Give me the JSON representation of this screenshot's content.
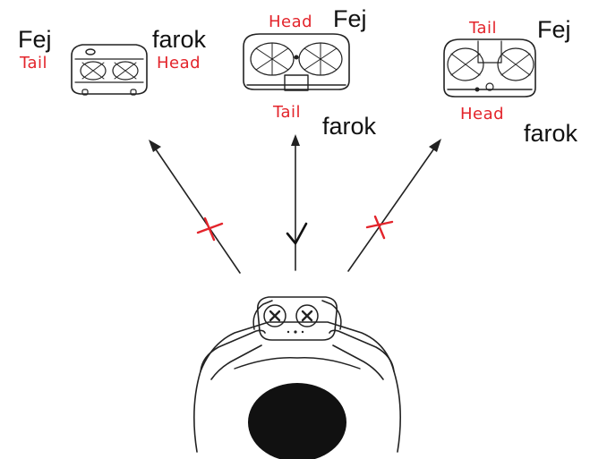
{
  "drones": {
    "left": {
      "top_left": "Fej",
      "top_right": "farok",
      "red_left": "Tail",
      "red_right": "Head"
    },
    "center": {
      "red_top": "Head",
      "black_top": "Fej",
      "red_bottom": "Tail",
      "black_bottom": "farok"
    },
    "right": {
      "red_top": "Tail",
      "black_top": "Fej",
      "red_bottom": "Head",
      "black_bottom": "farok"
    }
  },
  "colors": {
    "red_label": "#e3242b",
    "ink": "#222222",
    "head_fill": "#111111"
  },
  "marks": {
    "left": "cross",
    "center": "check",
    "right": "cross"
  }
}
